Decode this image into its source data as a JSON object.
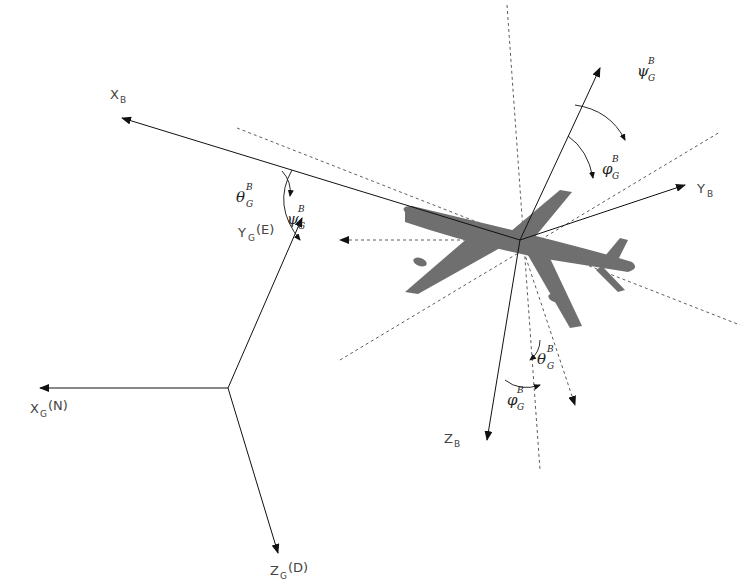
{
  "diagram": {
    "labels": [
      "X",
      "B",
      "Y",
      "B",
      "Z",
      "B",
      "Y",
      "G",
      "(E)",
      "X",
      "G",
      "(N)",
      "Z",
      "G",
      "(D)",
      "θ",
      "B",
      "G",
      "ψ",
      "B",
      "G",
      "ψ",
      "B",
      "G",
      "φ",
      "B",
      "G",
      "θ",
      "B",
      "G",
      "φ",
      "B",
      "G"
    ]
  }
}
